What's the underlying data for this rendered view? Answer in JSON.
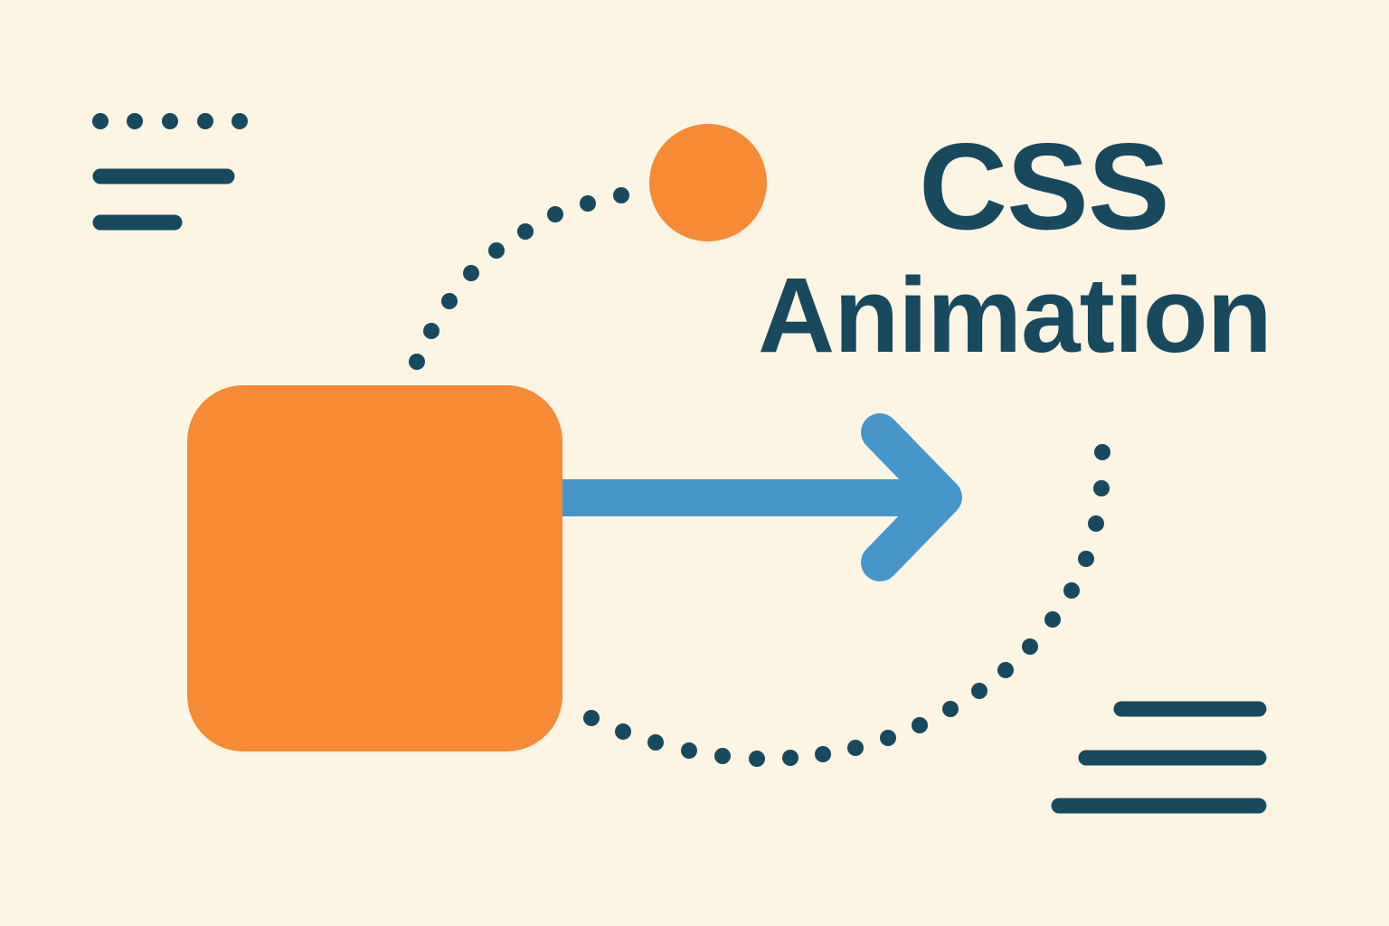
{
  "title": {
    "line1": "CSS",
    "line2": "Animation"
  },
  "colors": {
    "background": "#fdf5e4",
    "navy": "#17495f",
    "orange": "#f68a35",
    "blue": "#4796c9"
  },
  "icons": {
    "top_left": "text-lines-icon",
    "bottom_right": "align-right-lines-icon",
    "arrow": "arrow-right-icon",
    "square": "rounded-square-shape",
    "circle": "circle-shape"
  }
}
